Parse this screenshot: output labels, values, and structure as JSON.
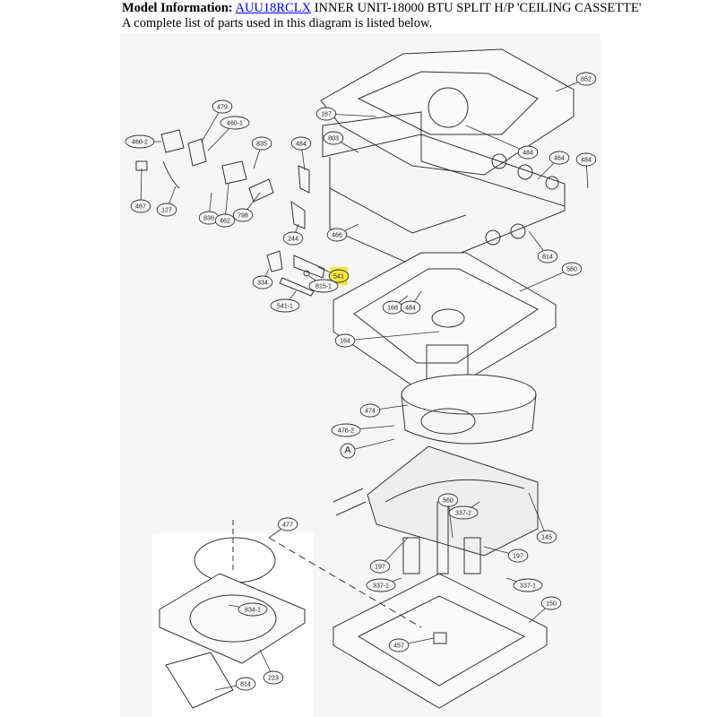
{
  "header": {
    "model_label": "Model Information:",
    "model_link": "AUU18RCLX",
    "model_description": "INNER UNIT-18000 BTU SPLIT H/P 'CEILING CASSETTE'",
    "subtitle": "A complete list of parts used in this diagram is listed below."
  },
  "diagram": {
    "highlight_color": "#f5e642",
    "highlighted_part": "541",
    "callouts": [
      "652",
      "187",
      "803",
      "484",
      "484",
      "464",
      "484",
      "479",
      "460-1",
      "460-2",
      "835",
      "467",
      "127",
      "836",
      "462",
      "798",
      "244",
      "466",
      "814",
      "560",
      "541",
      "334",
      "815-1",
      "541-1",
      "168",
      "484",
      "164",
      "474",
      "476-2",
      "A",
      "477",
      "145",
      "560",
      "337-2",
      "197",
      "197",
      "337-1",
      "337-1",
      "150",
      "834-1",
      "457",
      "223",
      "814"
    ]
  }
}
